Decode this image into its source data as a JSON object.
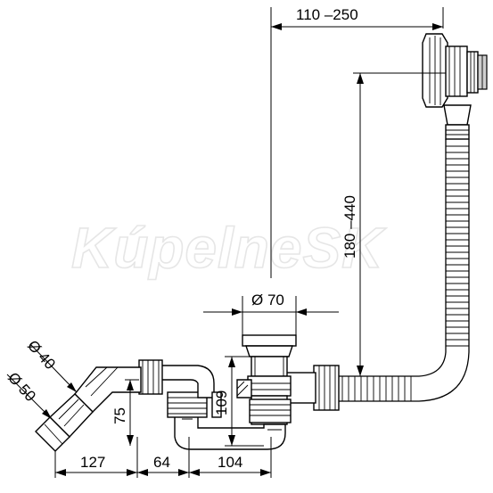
{
  "watermark": "KúpelneSK",
  "dimensions": {
    "d_top_width": "110 –250",
    "d_vertical": "180 –440",
    "d_diameter_outlet": "Ø 70",
    "d_diameter_40": "Ø 40",
    "d_diameter_50": "Ø 50",
    "d_height_75": "75",
    "d_height_109": "109",
    "d_width_127": "127",
    "d_width_64": "64",
    "d_width_104": "104"
  }
}
